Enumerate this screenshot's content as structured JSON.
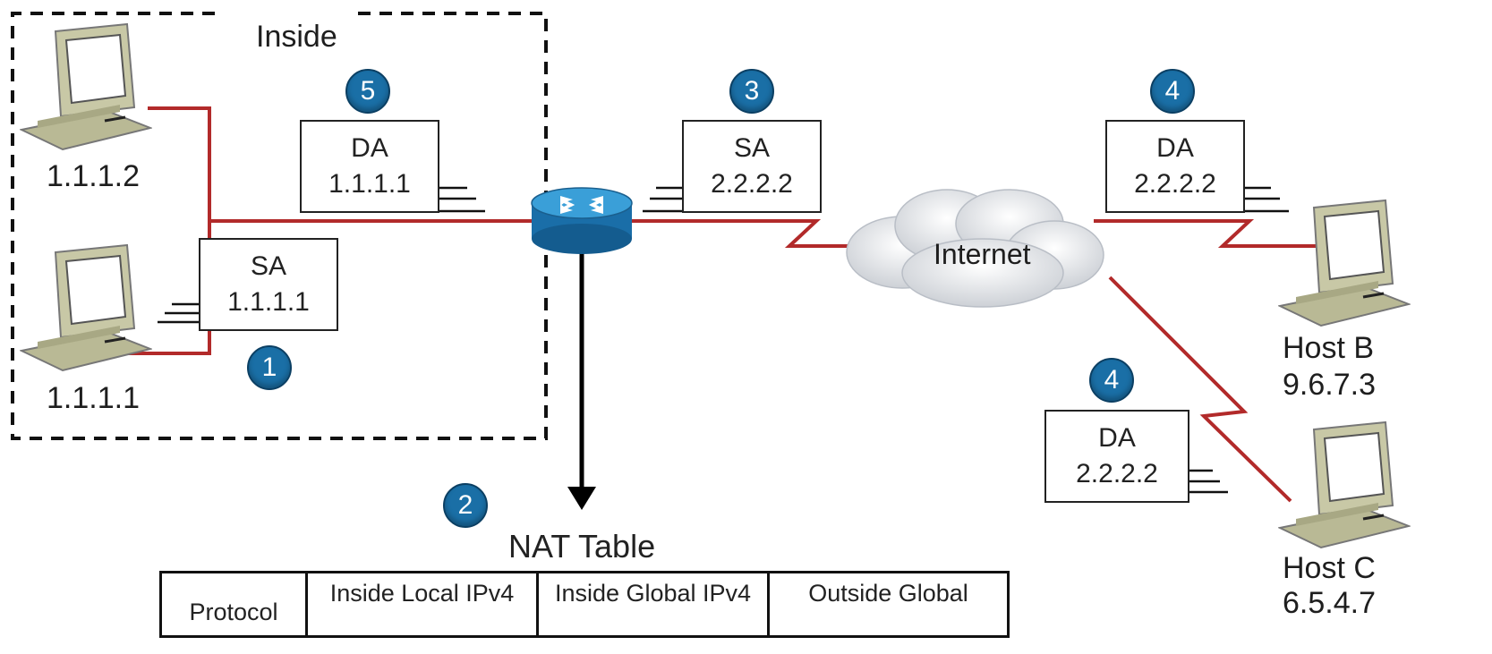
{
  "regions": {
    "inside_label": "Inside"
  },
  "hosts": {
    "host1": {
      "ip": "1.1.1.2"
    },
    "host2": {
      "ip": "1.1.1.1"
    },
    "hostB": {
      "name": "Host B",
      "ip": "9.6.7.3"
    },
    "hostC": {
      "name": "Host C",
      "ip": "6.5.4.7"
    }
  },
  "cloud": {
    "label": "Internet"
  },
  "packets": {
    "p1": {
      "field": "SA",
      "addr": "1.1.1.1",
      "step": "1"
    },
    "p5": {
      "field": "DA",
      "addr": "1.1.1.1",
      "step": "5"
    },
    "p3": {
      "field": "SA",
      "addr": "2.2.2.2",
      "step": "3"
    },
    "p4a": {
      "field": "DA",
      "addr": "2.2.2.2",
      "step": "4"
    },
    "p4b": {
      "field": "DA",
      "addr": "2.2.2.2",
      "step": "4"
    }
  },
  "nat": {
    "step": "2",
    "title": "NAT Table",
    "columns": [
      "Protocol",
      "Inside Local IPv4",
      "Inside Global IPv4",
      "Outside Global"
    ]
  },
  "colors": {
    "link": "#b22a2a",
    "badge": "#1a6fa6",
    "router": "#1f7fb5"
  },
  "icons": {
    "router": "router-icon",
    "cloud": "cloud-icon",
    "pc": "computer-icon"
  }
}
